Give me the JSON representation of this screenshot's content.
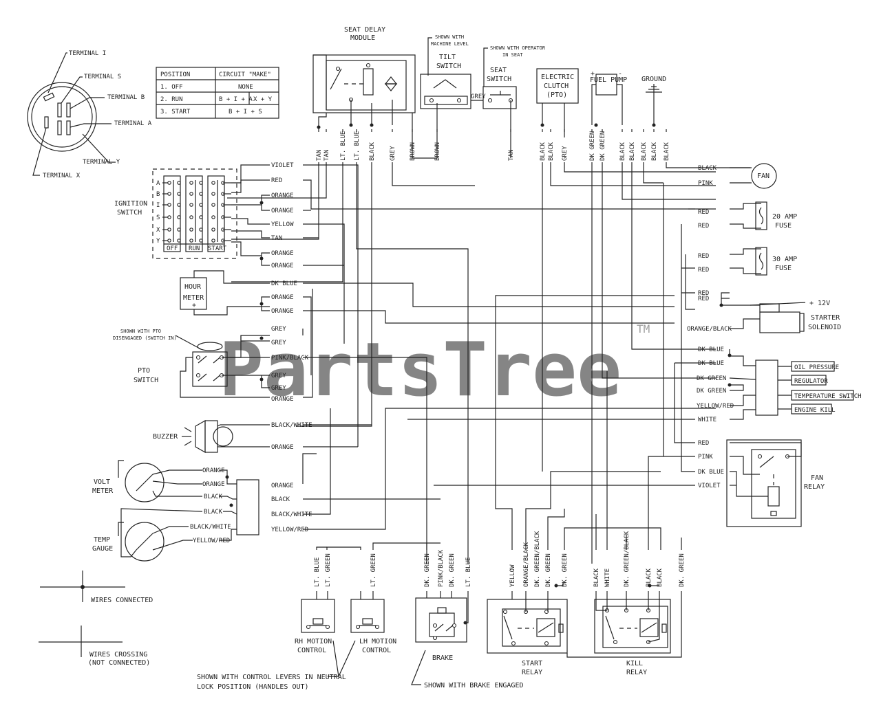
{
  "watermark": {
    "text": "PartsTree",
    "tm": "TM"
  },
  "key_terminals": {
    "terminal_i": "TERMINAL I",
    "terminal_s": "TERMINAL S",
    "terminal_b": "TERMINAL B",
    "terminal_a": "TERMINAL A",
    "terminal_y": "TERMINAL Y",
    "terminal_x": "TERMINAL X"
  },
  "position_table": {
    "headers": [
      "POSITION",
      "CIRCUIT \"MAKE\""
    ],
    "rows": [
      [
        "1. OFF",
        "NONE",
        ""
      ],
      [
        "2. RUN",
        "B + I + A",
        "X + Y"
      ],
      [
        "3. START",
        "B + I + S",
        ""
      ]
    ]
  },
  "components": {
    "seat_delay_module": [
      "SEAT DELAY",
      "MODULE"
    ],
    "tilt_switch": [
      "TILT",
      "SWITCH"
    ],
    "tilt_note": [
      "SHOWN WITH",
      "MACHINE LEVEL"
    ],
    "seat_switch": [
      "SEAT",
      "SWITCH"
    ],
    "seat_note": [
      "SHOWN WITH OPERATOR",
      "IN SEAT"
    ],
    "electric_clutch": [
      "ELECTRIC",
      "CLUTCH",
      "(PTO)"
    ],
    "fuel_pump": "FUEL PUMP",
    "ground": "GROUND",
    "fan": "FAN",
    "fuse_20": [
      "20 AMP",
      "FUSE"
    ],
    "fuse_30": [
      "30 AMP",
      "FUSE"
    ],
    "plus_12v": "+ 12V",
    "starter_solenoid": [
      "STARTER",
      "SOLENOID"
    ],
    "oil_pressure": "OIL PRESSURE",
    "regulator": "REGULATOR",
    "temperature_switch": "TEMPERATURE SWITCH",
    "engine_kill": "ENGINE KILL",
    "fan_relay": [
      "FAN",
      "RELAY"
    ],
    "ignition_switch": [
      "IGNITION",
      "SWITCH"
    ],
    "hour_meter": [
      "HOUR",
      "METER"
    ],
    "pto_switch": [
      "PTO",
      "SWITCH"
    ],
    "pto_note": [
      "SHOWN WITH PTO",
      "DISENGAGED (SWITCH IN)"
    ],
    "buzzer": "BUZZER",
    "volt_meter": [
      "VOLT",
      "METER"
    ],
    "temp_gauge": [
      "TEMP",
      "GAUGE"
    ],
    "rh_motion_control": [
      "RH MOTION",
      "CONTROL"
    ],
    "lh_motion_control": [
      "LH MOTION",
      "CONTROL"
    ],
    "brake": "BRAKE",
    "start_relay": [
      "START",
      "RELAY"
    ],
    "kill_relay": [
      "KILL",
      "RELAY"
    ],
    "control_lever_note": [
      "SHOWN WITH CONTROL LEVERS IN NEUTRAL",
      "LOCK POSITION (HANDLES OUT)"
    ],
    "brake_note": "SHOWN WITH BRAKE ENGAGED",
    "wires_connected": "WIRES CONNECTED",
    "wires_crossing": [
      "WIRES CROSSING",
      "(NOT CONNECTED)"
    ]
  },
  "ignition_positions": [
    "A",
    "B",
    "I",
    "S",
    "X",
    "Y"
  ],
  "ignition_columns": [
    "OFF",
    "RUN",
    "START"
  ],
  "top_wire_labels": [
    "TAN",
    "TAN",
    "LT. BLUE",
    "LT. BLUE",
    "BLACK",
    "GREY",
    "BROWN",
    "BROWN",
    "TAN",
    "BLACK",
    "BLACK",
    "GREY",
    "DK GREEN",
    "DK GREEN",
    "BLACK",
    "BLACK",
    "BLACK",
    "BLACK",
    "BLACK"
  ],
  "left_wire_labels": [
    "VIOLET",
    "RED",
    "ORANGE",
    "ORANGE",
    "YELLOW",
    "TAN",
    "ORANGE",
    "ORANGE",
    "DK BLUE",
    "ORANGE",
    "ORANGE",
    "GREY",
    "GREY",
    "PINK/BLACK",
    "GREY",
    "GREY",
    "ORANGE",
    "BLACK/WHITE",
    "ORANGE",
    "ORANGE",
    "ORANGE",
    "BLACK",
    "BLACK",
    "BLACK/WHITE",
    "YELLOW/RED",
    "ORANGE",
    "BLACK",
    "BLACK/WHITE",
    "YELLOW/RED"
  ],
  "right_wire_labels": [
    "BLACK",
    "PINK",
    "RED",
    "RED",
    "RED",
    "RED",
    "RED",
    "RED",
    "ORANGE/BLACK",
    "DK BLUE",
    "DK BLUE",
    "DK GREEN",
    "DK GREEN",
    "YELLOW/RED",
    "WHITE",
    "RED",
    "PINK",
    "DK BLUE",
    "VIOLET"
  ],
  "bottom_wire_labels": [
    "LT. BLUE",
    "LT. GREEN",
    "LT. GREEN",
    "DK. GREEN",
    "PINK/BLACK",
    "DK. GREEN",
    "LT. BLUE",
    "YELLOW",
    "ORANGE/BLACK",
    "DK. GREEN/BLACK",
    "DK. GREEN",
    "DK. GREEN",
    "BLACK",
    "WHITE",
    "DK. GREEN/BLACK",
    "BLACK",
    "BLACK",
    "DK. GREEN"
  ]
}
